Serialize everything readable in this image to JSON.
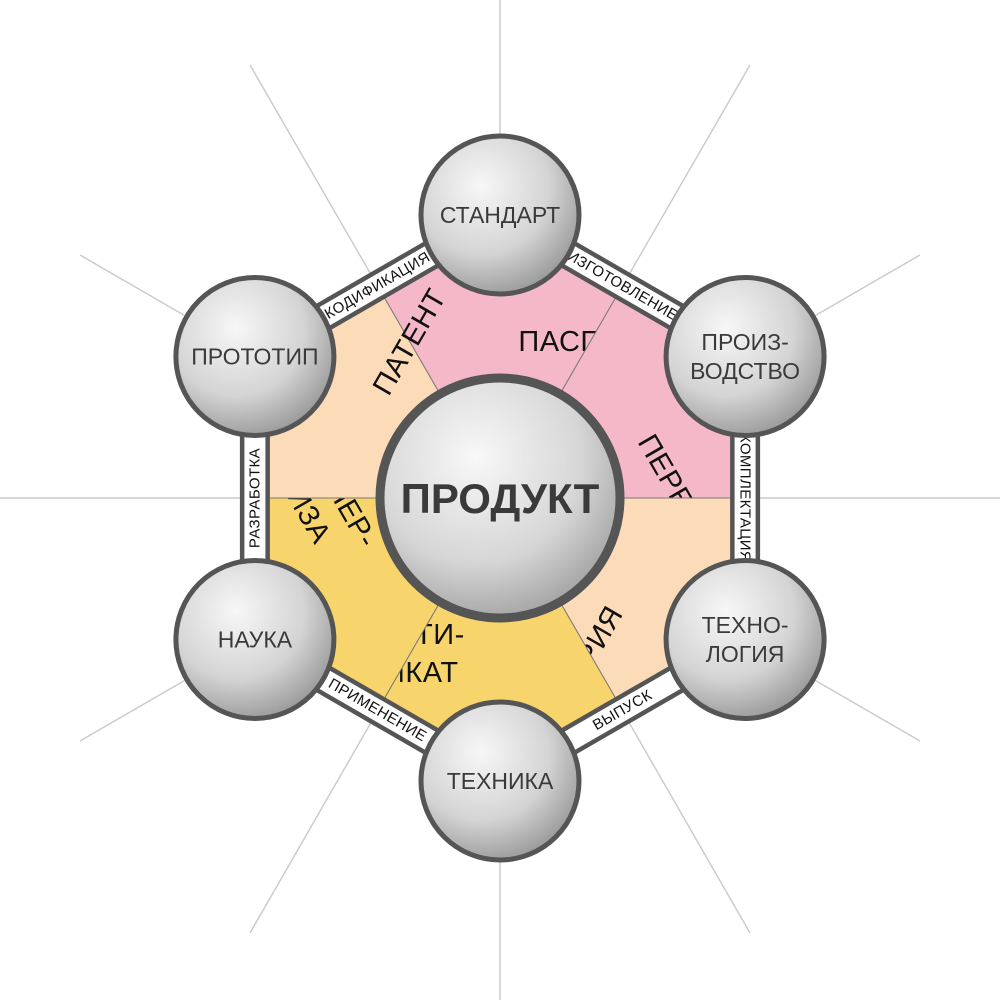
{
  "center": {
    "label": "ПРОДУКТ"
  },
  "nodes": [
    {
      "id": "standart",
      "lines": [
        "СТАНДАРТ"
      ]
    },
    {
      "id": "proizvodstvo",
      "lines": [
        "ПРОИЗ-",
        "ВОДСТВО"
      ]
    },
    {
      "id": "tekhnologiya",
      "lines": [
        "ТЕХНО-",
        "ЛОГИЯ"
      ]
    },
    {
      "id": "tekhnika",
      "lines": [
        "ТЕХНИКА"
      ]
    },
    {
      "id": "nauka",
      "lines": [
        "НАУКА"
      ]
    },
    {
      "id": "prototip",
      "lines": [
        "ПРОТОТИП"
      ]
    }
  ],
  "edges": [
    {
      "id": "izgotovlenie",
      "label": "ИЗГОТОВЛЕНИЕ"
    },
    {
      "id": "komplektaciya",
      "label": "КОМПЛЕКТАЦИЯ"
    },
    {
      "id": "vypusk",
      "label": "ВЫПУСК"
    },
    {
      "id": "primenenie",
      "label": "ПРИМЕНЕНИЕ"
    },
    {
      "id": "razrabotka",
      "label": "РАЗРАБОТКА"
    },
    {
      "id": "kodifikaciya",
      "label": "КОДИФИКАЦИЯ"
    }
  ],
  "sectors": [
    {
      "id": "pasport",
      "lines": [
        "ПАСПОРТ"
      ],
      "color": "#f5b8c9"
    },
    {
      "id": "peredel",
      "lines": [
        "ПЕРЕДЕЛ"
      ],
      "color": "#f5b8c9"
    },
    {
      "id": "seriya",
      "lines": [
        "СЕРИЯ"
      ],
      "color": "#fcdbb9"
    },
    {
      "id": "sertifikat",
      "lines": [
        "СЕРТИ-",
        "ФИКАТ"
      ],
      "color": "#f7d56c"
    },
    {
      "id": "ekspertiza",
      "lines": [
        "ЭКСПЕР-",
        "ТИЗА"
      ],
      "color": "#f7d56c"
    },
    {
      "id": "patent",
      "lines": [
        "ПАТЕНТ"
      ],
      "color": "#fcdbb9"
    }
  ],
  "colors": {
    "frame": "#555555",
    "node_fill_light": "#f5f5f5",
    "node_fill_dark": "#8f8f8f",
    "text": "#111111",
    "node_text": "#3a3a3a"
  }
}
